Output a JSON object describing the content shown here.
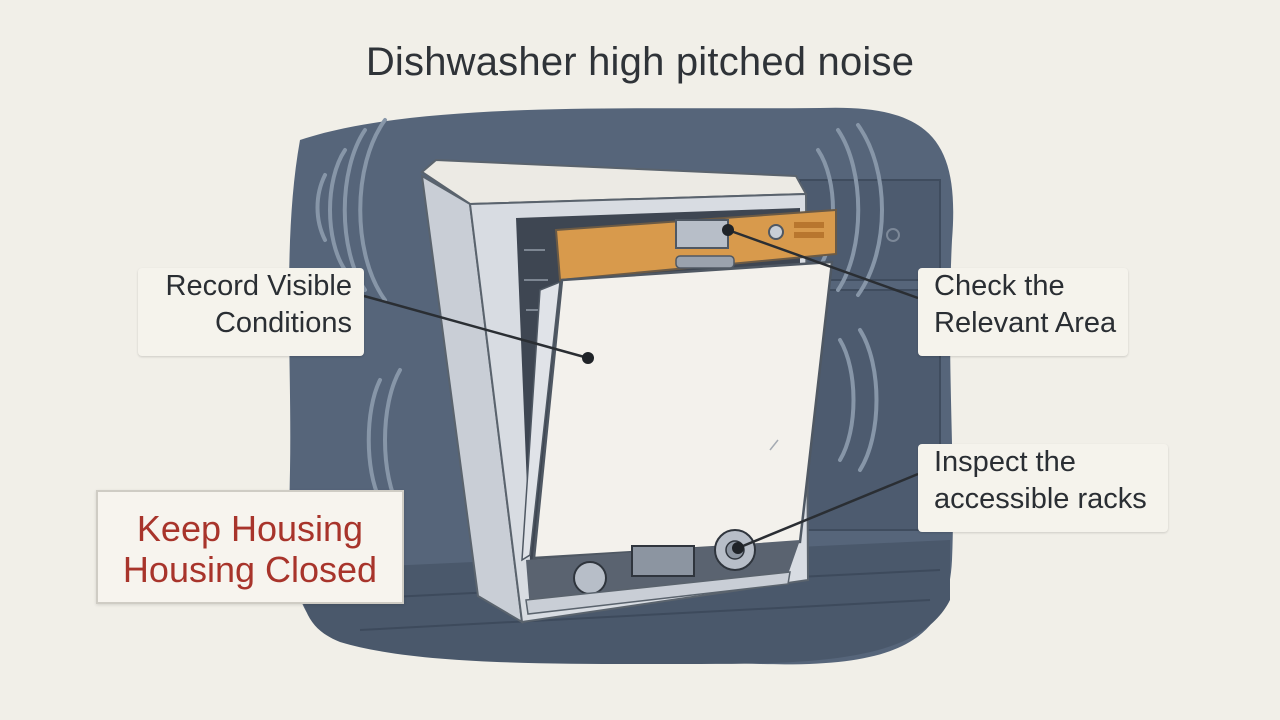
{
  "title": "Dishwasher high pitched noise",
  "callouts": {
    "record": [
      "Record Visible",
      "Conditions"
    ],
    "check": [
      "Check the",
      "Relevant Area"
    ],
    "inspect": [
      "Inspect the",
      "accessible racks"
    ]
  },
  "warning": [
    "Keep Housing",
    "Housing Closed"
  ],
  "colors": {
    "background": "#f1efe8",
    "backdrop": "#56657a",
    "control_panel": "#d89a4c",
    "warning_text": "#a8342b"
  }
}
